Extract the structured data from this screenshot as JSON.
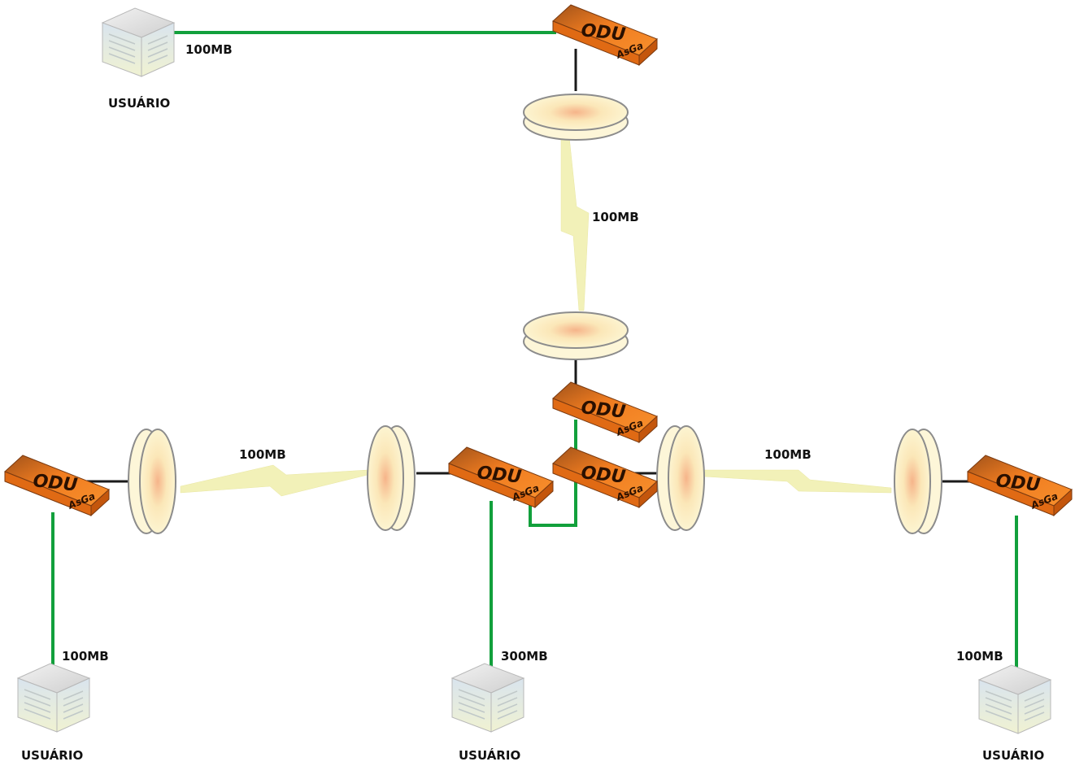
{
  "colors": {
    "ethernet": "#12a03c",
    "cable": "#1a1a1a",
    "radio_beam": "#f2f1b8",
    "odu_top": "#f07c20",
    "odu_side": "#d8620e"
  },
  "devices": {
    "odu_label": "ODU",
    "odu_brand": "AsGa"
  },
  "links": {
    "top_user": "100MB",
    "vertical_radio": "100MB",
    "left_radio": "100MB",
    "right_radio": "100MB",
    "left_user": "100MB",
    "center_user": "300MB",
    "right_user": "100MB"
  },
  "users": {
    "top": "USUÁRIO",
    "left": "USUÁRIO",
    "center": "USUÁRIO",
    "right": "USUÁRIO"
  }
}
